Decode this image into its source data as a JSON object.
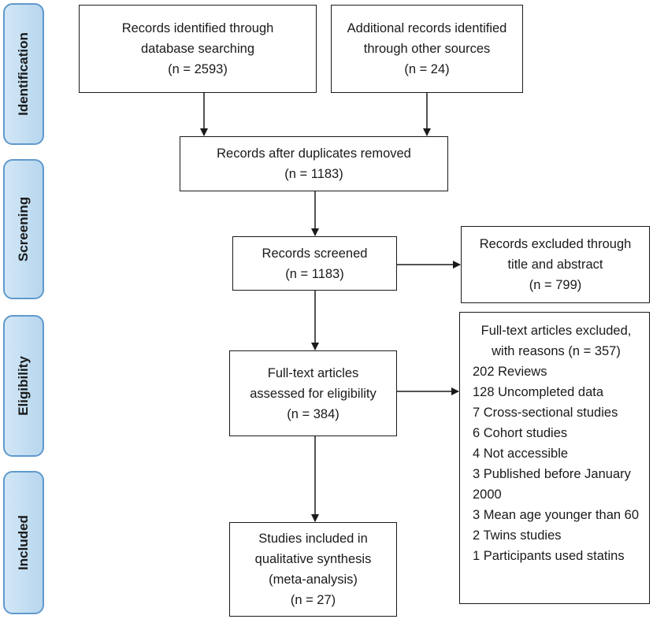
{
  "stages": [
    {
      "id": "identification",
      "label": "Identification"
    },
    {
      "id": "screening",
      "label": "Screening"
    },
    {
      "id": "eligibility",
      "label": "Eligibility"
    },
    {
      "id": "included",
      "label": "Included"
    }
  ],
  "boxes": {
    "database_search": {
      "lines": [
        "Records identified through",
        "database searching",
        "(n = 2593)"
      ]
    },
    "other_sources": {
      "lines": [
        "Additional records identified",
        "through other sources",
        "(n = 24)"
      ]
    },
    "duplicates_removed": {
      "lines": [
        "Records after duplicates removed",
        "(n = 1183)"
      ]
    },
    "screened": {
      "lines": [
        "Records screened",
        "(n = 1183)"
      ]
    },
    "excluded_title": {
      "lines": [
        "Records excluded through",
        "title and abstract",
        "(n = 799)"
      ]
    },
    "full_text": {
      "lines": [
        "Full-text articles",
        "assessed for eligibility",
        "(n = 384)"
      ]
    },
    "full_text_excluded": {
      "heading": [
        "Full-text articles excluded,",
        "with reasons (n = 357)"
      ],
      "reasons": [
        "202 Reviews",
        "128 Uncompleted data",
        "7 Cross-sectional studies",
        "6 Cohort studies",
        "4 Not accessible",
        "3  Published before January",
        "2000",
        "3 Mean age younger than 60",
        "2 Twins studies",
        "1 Participants used statins"
      ]
    },
    "included": {
      "lines": [
        "Studies included in",
        "qualitative synthesis",
        "(meta-analysis)",
        "(n = 27)"
      ]
    }
  },
  "colors": {
    "stage_fill": "#c4dff3",
    "stage_border": "#5f99cc",
    "box_border": "#1a1a1a",
    "arrow": "#1a1a1a"
  }
}
